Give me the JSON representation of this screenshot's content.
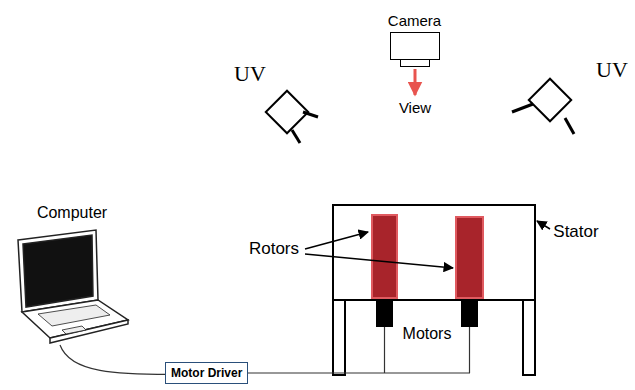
{
  "diagram": {
    "nodes": [
      {
        "text": [
          "Camera"
        ]
      },
      {
        "text": [
          "Motor Driver"
        ]
      }
    ],
    "labels": [
      "UV",
      "View",
      "UV",
      "Computer",
      "Rotors",
      "Stator",
      "Motors"
    ]
  }
}
